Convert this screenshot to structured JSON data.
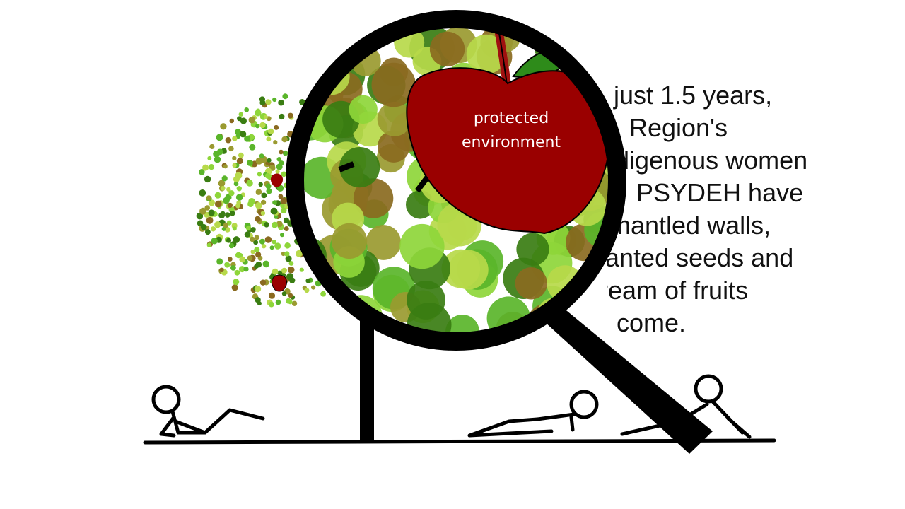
{
  "story": {
    "lines": [
      "just 1.5 years,",
      "Region's",
      "digenous women",
      "PSYDEH have",
      "mantled walls,",
      "anted seeds and",
      "dream of fruits",
      "come."
    ]
  },
  "magnifier": {
    "apple_label_line1": "protected",
    "apple_label_line2": "environment"
  },
  "colors": {
    "ink": "#000000",
    "apple": "#9a0000",
    "leaf_dark": "#3a7d12",
    "leaf_light": "#8ed63a",
    "leaf_olive": "#9a9a30",
    "leaf_brown": "#8a6a20",
    "stem": "#a01010",
    "leaf_green": "#2e8b1a"
  },
  "icons": {
    "magnifier": "magnifying-glass-icon",
    "tree": "tree-icon",
    "apple": "apple-icon",
    "people": "stick-figure-icon"
  }
}
